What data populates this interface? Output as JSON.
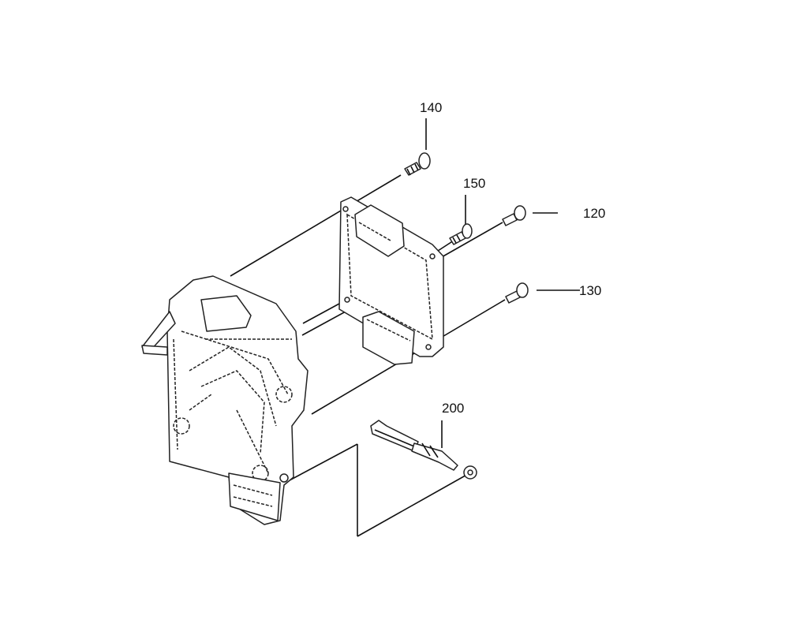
{
  "diagram": {
    "callouts": {
      "c140": "140",
      "c150": "150",
      "c120": "120",
      "c130": "130",
      "c200": "200"
    },
    "colors": {
      "line": "#111111",
      "background": "#ffffff"
    }
  }
}
